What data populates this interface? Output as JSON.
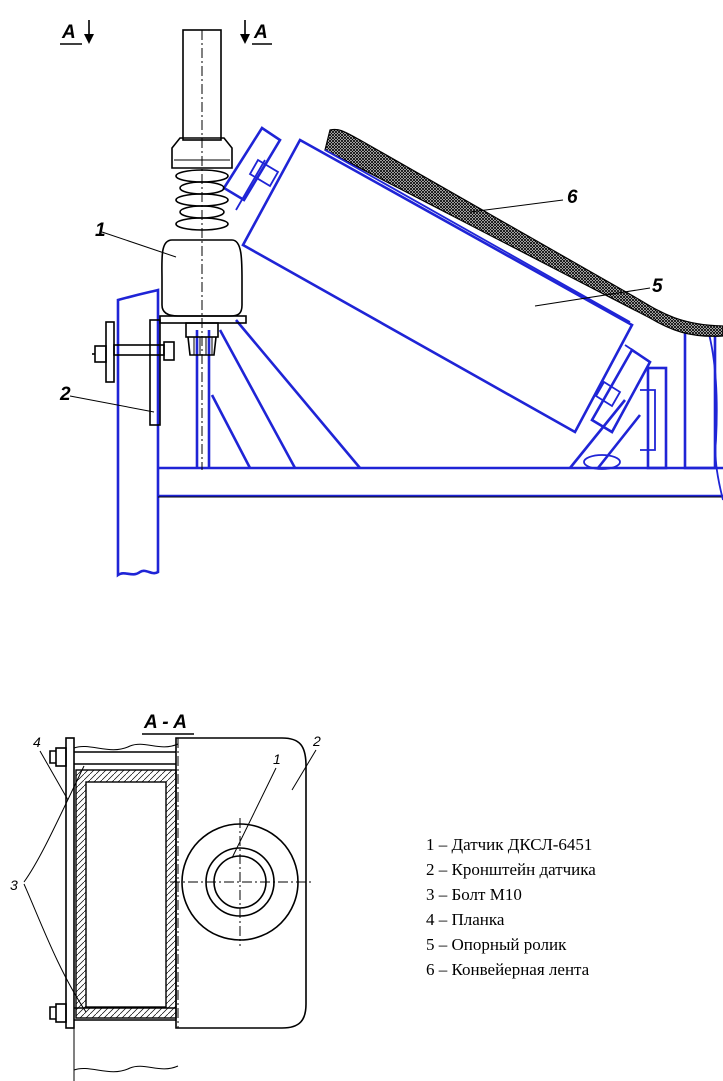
{
  "section_marks": {
    "left": "A",
    "right": "A",
    "section_title": "A - A"
  },
  "main_view_labels": {
    "l1": "1",
    "l2": "2",
    "l5": "5",
    "l6": "6"
  },
  "section_view_labels": {
    "s1": "1",
    "s2": "2",
    "s3": "3",
    "s4": "4"
  },
  "legend": [
    "1 – Датчик ДКСЛ-6451",
    "2 – Кронштейн датчика",
    "3 – Болт М10",
    "4 – Планка",
    "5 – Опорный ролик",
    "6 – Конвейерная лента"
  ],
  "colors": {
    "frame": "#1f24d6",
    "outline": "#000000",
    "belt_hatch": "#000000"
  }
}
